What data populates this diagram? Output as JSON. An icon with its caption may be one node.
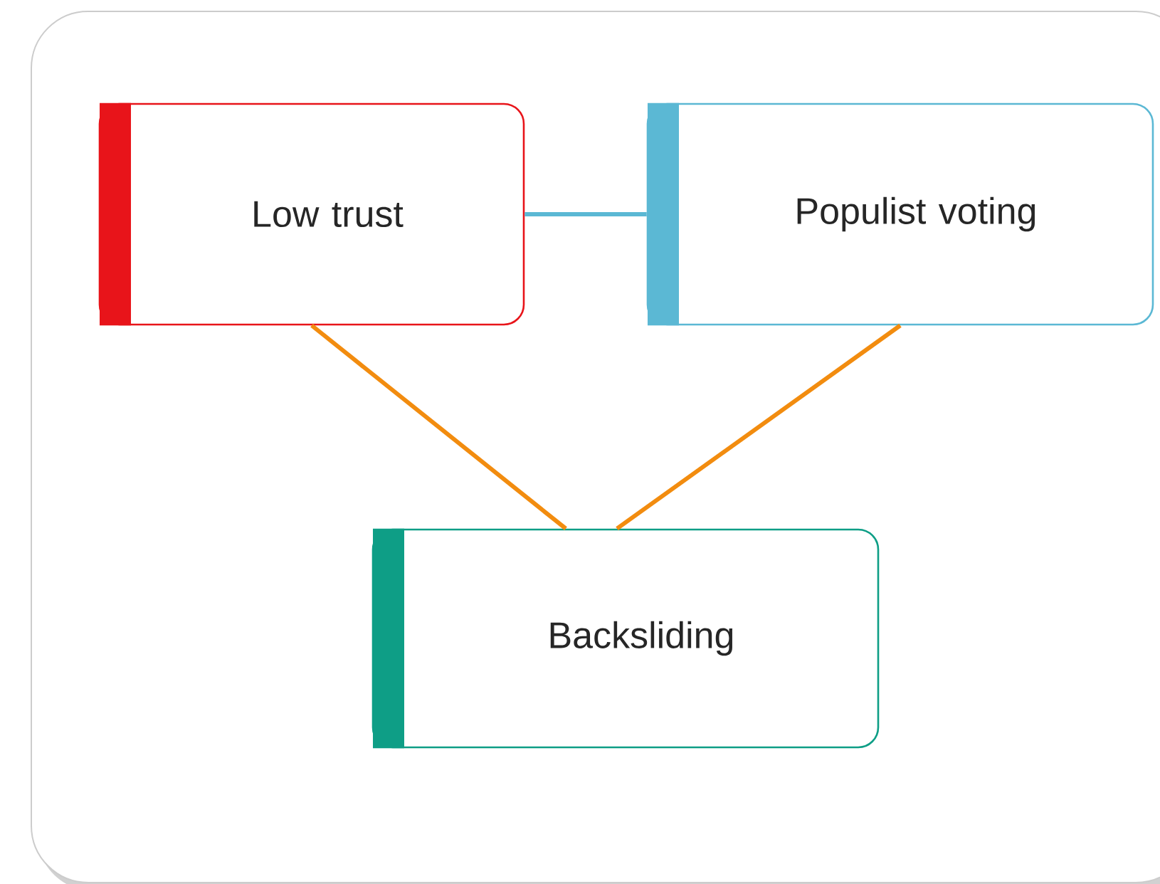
{
  "diagram": {
    "nodes": [
      {
        "text": [
          "Low trust"
        ]
      },
      {
        "text": [
          "Populist voting"
        ]
      },
      {
        "text": [
          "Backsliding"
        ]
      }
    ],
    "edges": [
      {
        "from": 0,
        "to": 1,
        "arrow": "none",
        "color": "#5bb8d4"
      },
      {
        "from": 0,
        "to": 2,
        "arrow": "none"
      },
      {
        "from": 1,
        "to": 2,
        "arrow": "none"
      }
    ]
  }
}
